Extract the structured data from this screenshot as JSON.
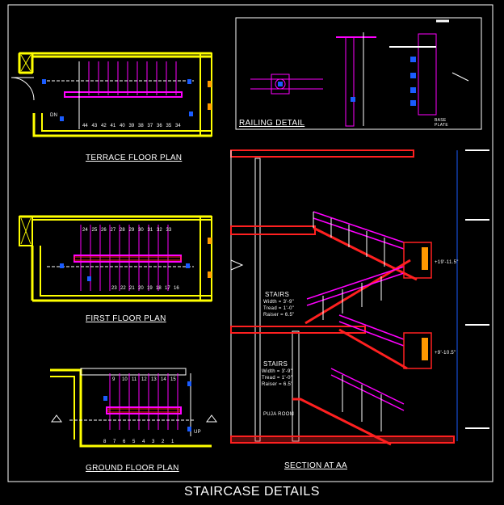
{
  "title": "STAIRCASE DETAILS",
  "views": {
    "terrace": "TERRACE FLOOR PLAN",
    "first": "FIRST FLOOR PLAN",
    "ground": "GROUND FLOOR PLAN",
    "section": "SECTION AT AA",
    "railing": "RAILING DETAIL"
  },
  "treads": {
    "terrace": [
      "44",
      "43",
      "42",
      "41",
      "40",
      "39",
      "38",
      "37",
      "36",
      "35",
      "34"
    ],
    "first_top": [
      "24",
      "25",
      "26",
      "27",
      "28",
      "29",
      "30",
      "31",
      "32",
      "33"
    ],
    "first_bottom": [
      "23",
      "22",
      "21",
      "20",
      "19",
      "18",
      "17",
      "16"
    ],
    "ground_top": [
      "9",
      "10",
      "11",
      "12",
      "13",
      "14",
      "15"
    ],
    "ground_bottom": [
      "8",
      "7",
      "6",
      "5",
      "4",
      "3",
      "2",
      "1"
    ]
  },
  "section_notes": {
    "stairs_label": "STAIRS",
    "width": "Width = 3'-9\"",
    "tread": "Tread = 1'-0\"",
    "riser": "Raiser = 6.5\"",
    "pooja_room": "PUJA ROOM",
    "base_plate": "BASE PLATE",
    "lvl_top": "+19'-11.5\"",
    "lvl_mid": "+9'-10.5\"",
    "dn": "DN",
    "up": "UP"
  },
  "colors": {
    "wall": "#ffff00",
    "stair": "#ff00ff",
    "slab": "#ff2020",
    "dim": "#ffffff",
    "blue": "#1a5cff",
    "orange": "#ff9900"
  }
}
